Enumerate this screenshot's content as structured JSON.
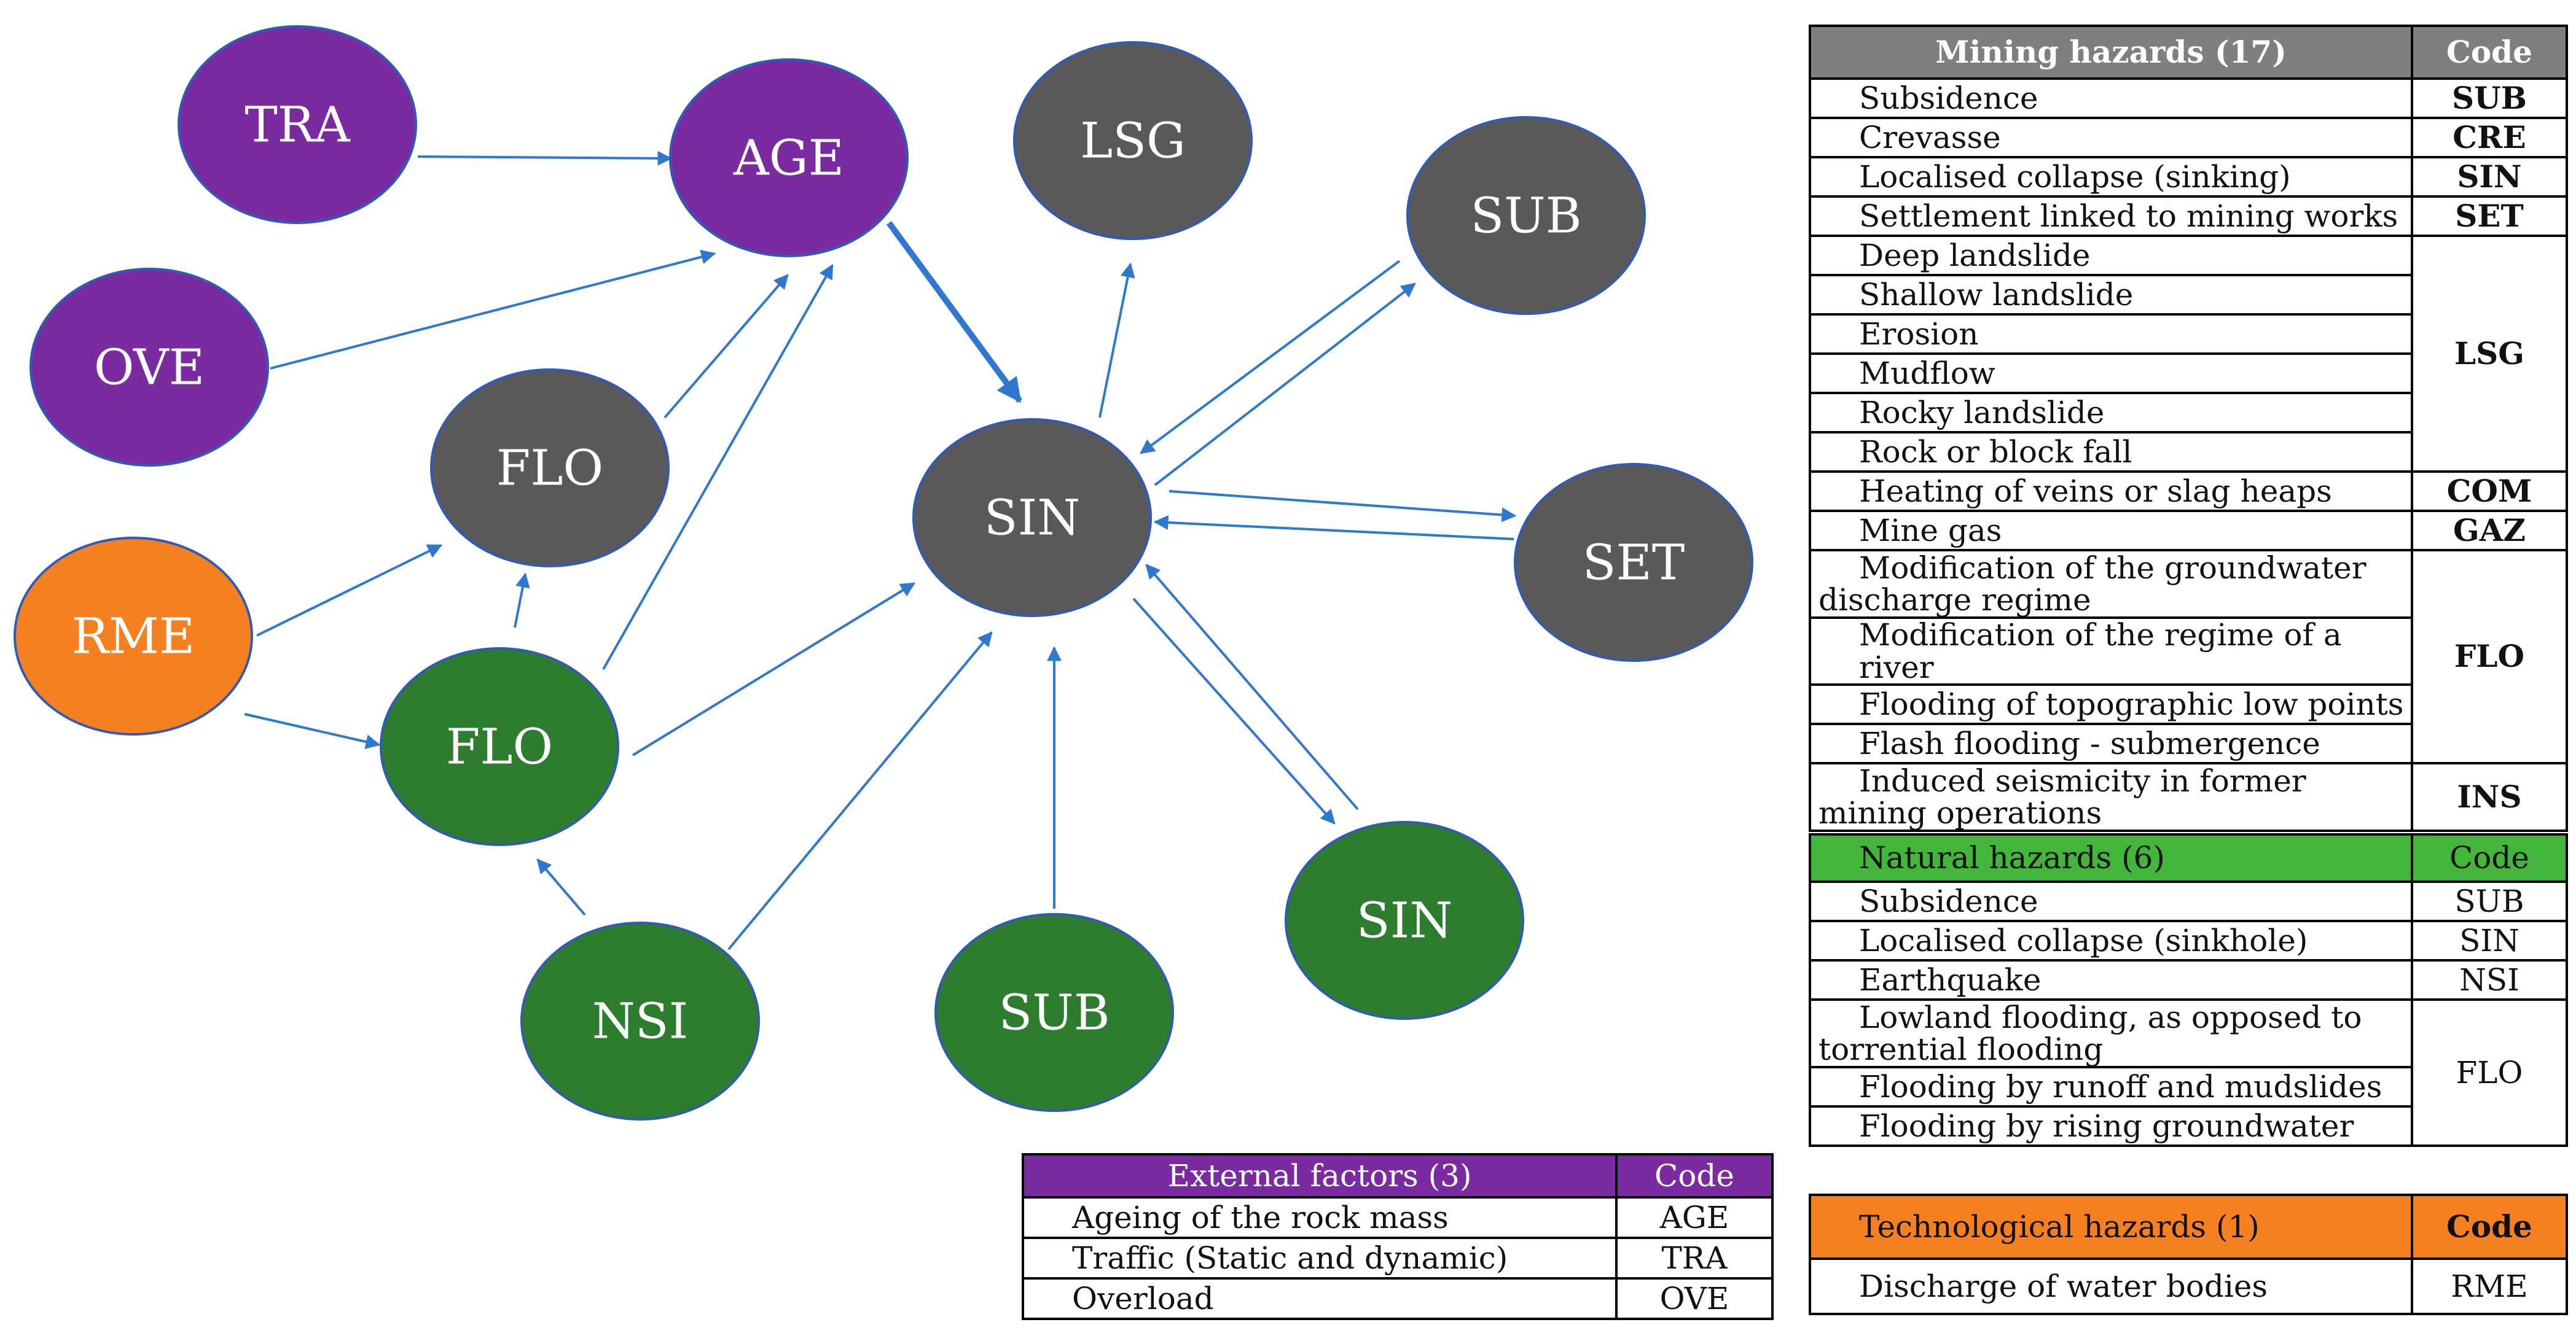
{
  "colors": {
    "external": "#7a2ba0",
    "mining": "#595959",
    "natural": "#2e7d2e",
    "technological": "#f5801f",
    "node_border": "#2f5bb7",
    "arrow": "#2e78d0",
    "mining_header": "#7f7f7f",
    "natural_header": "#43b53a"
  },
  "nodes": [
    {
      "id": "tra",
      "label": "TRA",
      "category": "external"
    },
    {
      "id": "age",
      "label": "AGE",
      "category": "external"
    },
    {
      "id": "ove",
      "label": "OVE",
      "category": "external"
    },
    {
      "id": "lsg",
      "label": "LSG",
      "category": "mining"
    },
    {
      "id": "sub_m",
      "label": "SUB",
      "category": "mining"
    },
    {
      "id": "flo_m",
      "label": "FLO",
      "category": "mining"
    },
    {
      "id": "sin_m",
      "label": "SIN",
      "category": "mining"
    },
    {
      "id": "set",
      "label": "SET",
      "category": "mining"
    },
    {
      "id": "rme",
      "label": "RME",
      "category": "technological"
    },
    {
      "id": "flo_n",
      "label": "FLO",
      "category": "natural"
    },
    {
      "id": "sin_n",
      "label": "SIN",
      "category": "natural"
    },
    {
      "id": "nsi",
      "label": "NSI",
      "category": "natural"
    },
    {
      "id": "sub_n",
      "label": "SUB",
      "category": "natural"
    }
  ],
  "edges": [
    {
      "from": "tra",
      "to": "age"
    },
    {
      "from": "ove",
      "to": "age"
    },
    {
      "from": "flo_m",
      "to": "age"
    },
    {
      "from": "flo_n",
      "to": "age"
    },
    {
      "from": "age",
      "to": "sin_m",
      "emphasis": true
    },
    {
      "from": "rme",
      "to": "flo_m"
    },
    {
      "from": "rme",
      "to": "flo_n"
    },
    {
      "from": "flo_n",
      "to": "flo_m"
    },
    {
      "from": "flo_n",
      "to": "sin_m"
    },
    {
      "from": "nsi",
      "to": "flo_n"
    },
    {
      "from": "nsi",
      "to": "sin_m"
    },
    {
      "from": "sub_n",
      "to": "sin_m"
    },
    {
      "from": "sin_m",
      "to": "lsg"
    },
    {
      "from": "sin_m",
      "to": "sub_m"
    },
    {
      "from": "sub_m",
      "to": "sin_m"
    },
    {
      "from": "sin_m",
      "to": "set"
    },
    {
      "from": "set",
      "to": "sin_m"
    },
    {
      "from": "sin_m",
      "to": "sin_n"
    },
    {
      "from": "sin_n",
      "to": "sin_m"
    }
  ],
  "mining_table": {
    "header": "Mining hazards (17)",
    "code_header": "Code",
    "groups": [
      {
        "code": "SUB",
        "items": [
          "Subsidence"
        ]
      },
      {
        "code": "CRE",
        "items": [
          "Crevasse"
        ]
      },
      {
        "code": "SIN",
        "items": [
          "Localised collapse (sinking)"
        ]
      },
      {
        "code": "SET",
        "items": [
          "Settlement linked to mining works"
        ]
      },
      {
        "code": "LSG",
        "items": [
          "Deep landslide",
          "Shallow landslide",
          "Erosion",
          "Mudflow",
          "Rocky landslide",
          "Rock or block fall"
        ]
      },
      {
        "code": "COM",
        "items": [
          "Heating of veins or slag heaps"
        ]
      },
      {
        "code": "GAZ",
        "items": [
          "Mine gas"
        ]
      },
      {
        "code": "FLO",
        "items": [
          "Modification of the groundwater discharge regime",
          "Modification of the regime of a river",
          "Flooding of topographic low points",
          "Flash flooding - submergence"
        ]
      },
      {
        "code": "INS",
        "items": [
          "Induced  seismicity in former mining operations"
        ]
      }
    ]
  },
  "natural_table": {
    "header": "Natural hazards (6)",
    "code_header": "Code",
    "groups": [
      {
        "code": "SUB",
        "items": [
          "Subsidence"
        ]
      },
      {
        "code": "SIN",
        "items": [
          "Localised collapse (sinkhole)"
        ]
      },
      {
        "code": "NSI",
        "items": [
          "Earthquake"
        ]
      },
      {
        "code": "FLO",
        "items": [
          "Lowland flooding, as opposed  to torrential flooding",
          "Flooding by runoff and mudslides",
          "Flooding by rising groundwater"
        ]
      }
    ]
  },
  "external_table": {
    "header": "External factors (3)",
    "code_header": "Code",
    "groups": [
      {
        "code": "AGE",
        "items": [
          "Ageing of the rock mass"
        ]
      },
      {
        "code": "TRA",
        "items": [
          "Traffic (Static and dynamic)"
        ]
      },
      {
        "code": "OVE",
        "items": [
          "Overload"
        ]
      }
    ]
  },
  "tech_table": {
    "header": "Technological hazards (1)",
    "code_header": "Code",
    "groups": [
      {
        "code": "RME",
        "items": [
          "Discharge of water bodies"
        ]
      }
    ]
  }
}
